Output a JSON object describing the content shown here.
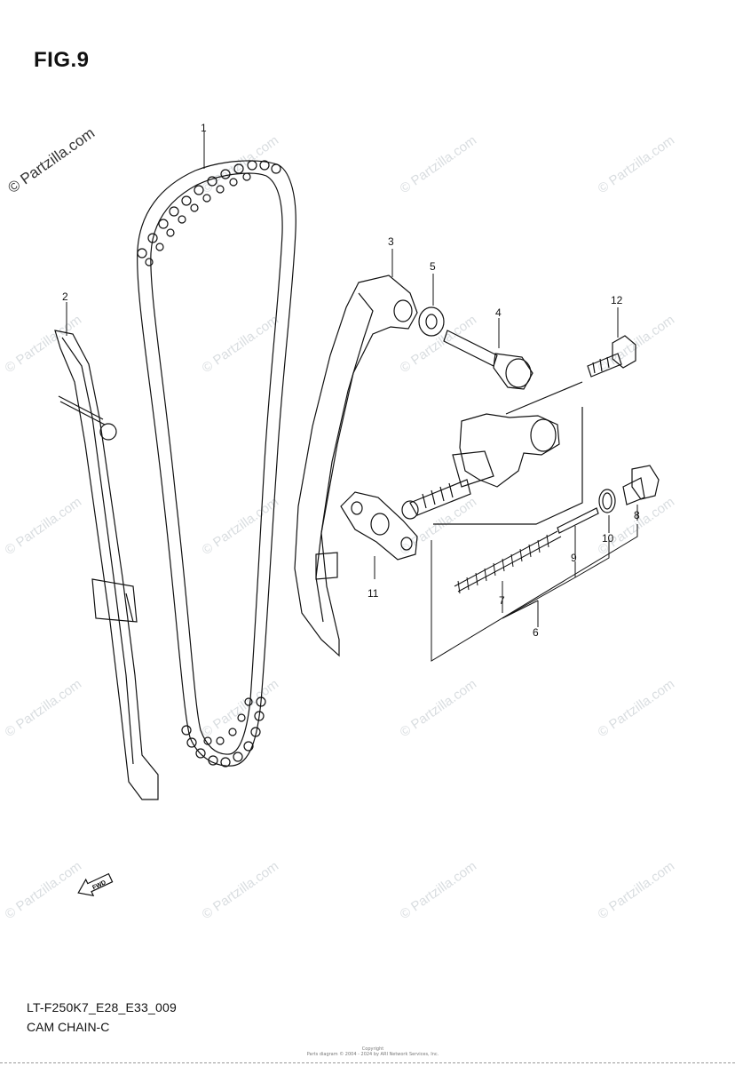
{
  "figure": {
    "title": "FIG.9",
    "code": "LT-F250K7_E28_E33_009",
    "name": "CAM CHAIN-C",
    "copyright_lines": [
      "Copyright",
      "Parts diagram © 2004 - 2024 by ARI Network Services, Inc."
    ]
  },
  "watermark": {
    "text": "© Partzilla.com"
  },
  "callouts": [
    {
      "id": "1",
      "label": "1"
    },
    {
      "id": "2",
      "label": "2"
    },
    {
      "id": "3",
      "label": "3"
    },
    {
      "id": "4",
      "label": "4"
    },
    {
      "id": "5",
      "label": "5"
    },
    {
      "id": "6",
      "label": "6"
    },
    {
      "id": "7",
      "label": "7"
    },
    {
      "id": "8",
      "label": "8"
    },
    {
      "id": "9",
      "label": "9"
    },
    {
      "id": "10",
      "label": "10"
    },
    {
      "id": "11",
      "label": "11"
    },
    {
      "id": "12",
      "label": "12"
    }
  ],
  "fwd_label": "FWD",
  "colors": {
    "line": "#111111",
    "watermark": "#d9dde0"
  }
}
